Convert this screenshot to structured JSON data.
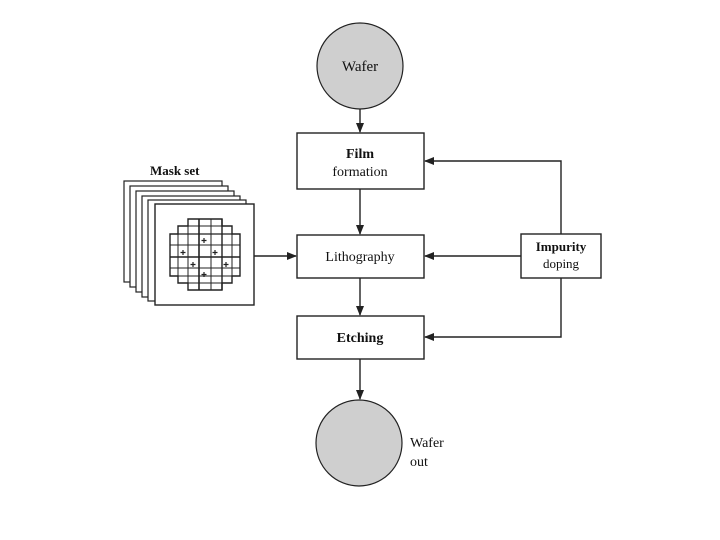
{
  "nodes": {
    "wafer_in": {
      "label": "Wafer"
    },
    "film": {
      "label_line1": "Film",
      "label_line2": "formation"
    },
    "litho": {
      "label": "Lithography"
    },
    "etching": {
      "label": "Etching"
    },
    "impurity": {
      "label_line1": "Impurity",
      "label_line2": "doping"
    },
    "wafer_out": {
      "label_line1": "Wafer",
      "label_line2": "out"
    },
    "mask_set": {
      "label": "Mask set"
    }
  },
  "colors": {
    "circle_fill": "#cfcfcf",
    "stroke": "#222222",
    "background": "#ffffff"
  }
}
